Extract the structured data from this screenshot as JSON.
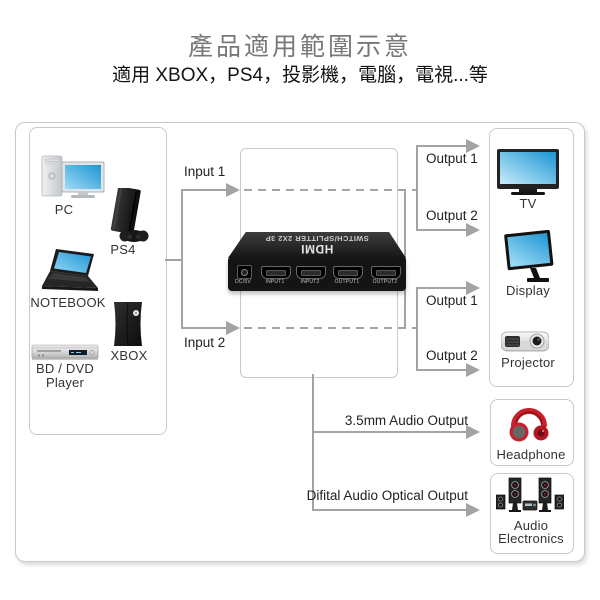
{
  "header": {
    "title": "產品適用範圍示意",
    "subtitle": "適用 XBOX，PS4，投影機，電腦，電視...等"
  },
  "sources": {
    "pc": "PC",
    "ps4": "PS4",
    "notebook": "NOTEBOOK",
    "xbox": "XBOX",
    "bd_dvd_line1": "BD / DVD",
    "bd_dvd_line2": "Player"
  },
  "device": {
    "top_model": "SWITCH/SPLITTER 2X2 3P",
    "top_brand": "HDMI",
    "ports": [
      "DC/5V",
      "INPUT1",
      "INPUT2",
      "OUTPUT1",
      "OUTPUT2"
    ]
  },
  "connections": {
    "input1": "Input 1",
    "input2": "Input 2",
    "out1_top": "Output 1",
    "out2_top": "Output 2",
    "out1_bottom": "Output 1",
    "out2_bottom": "Output 2",
    "audio_35mm": "3.5mm Audio Output",
    "audio_optical": "Difital Audio Optical Output"
  },
  "sinks": {
    "tv": "TV",
    "display": "Display",
    "projector": "Projector",
    "headphone": "Headphone",
    "audio_line1": "Audio",
    "audio_line2": "Electronics"
  },
  "colors": {
    "line": "#a3a3a3",
    "box_border": "#c9c9c9",
    "title_gray": "#787878",
    "screen_blue_dark": "#1b95d2",
    "screen_blue_light": "#bfeafa",
    "headphone_red": "#c8202b"
  }
}
